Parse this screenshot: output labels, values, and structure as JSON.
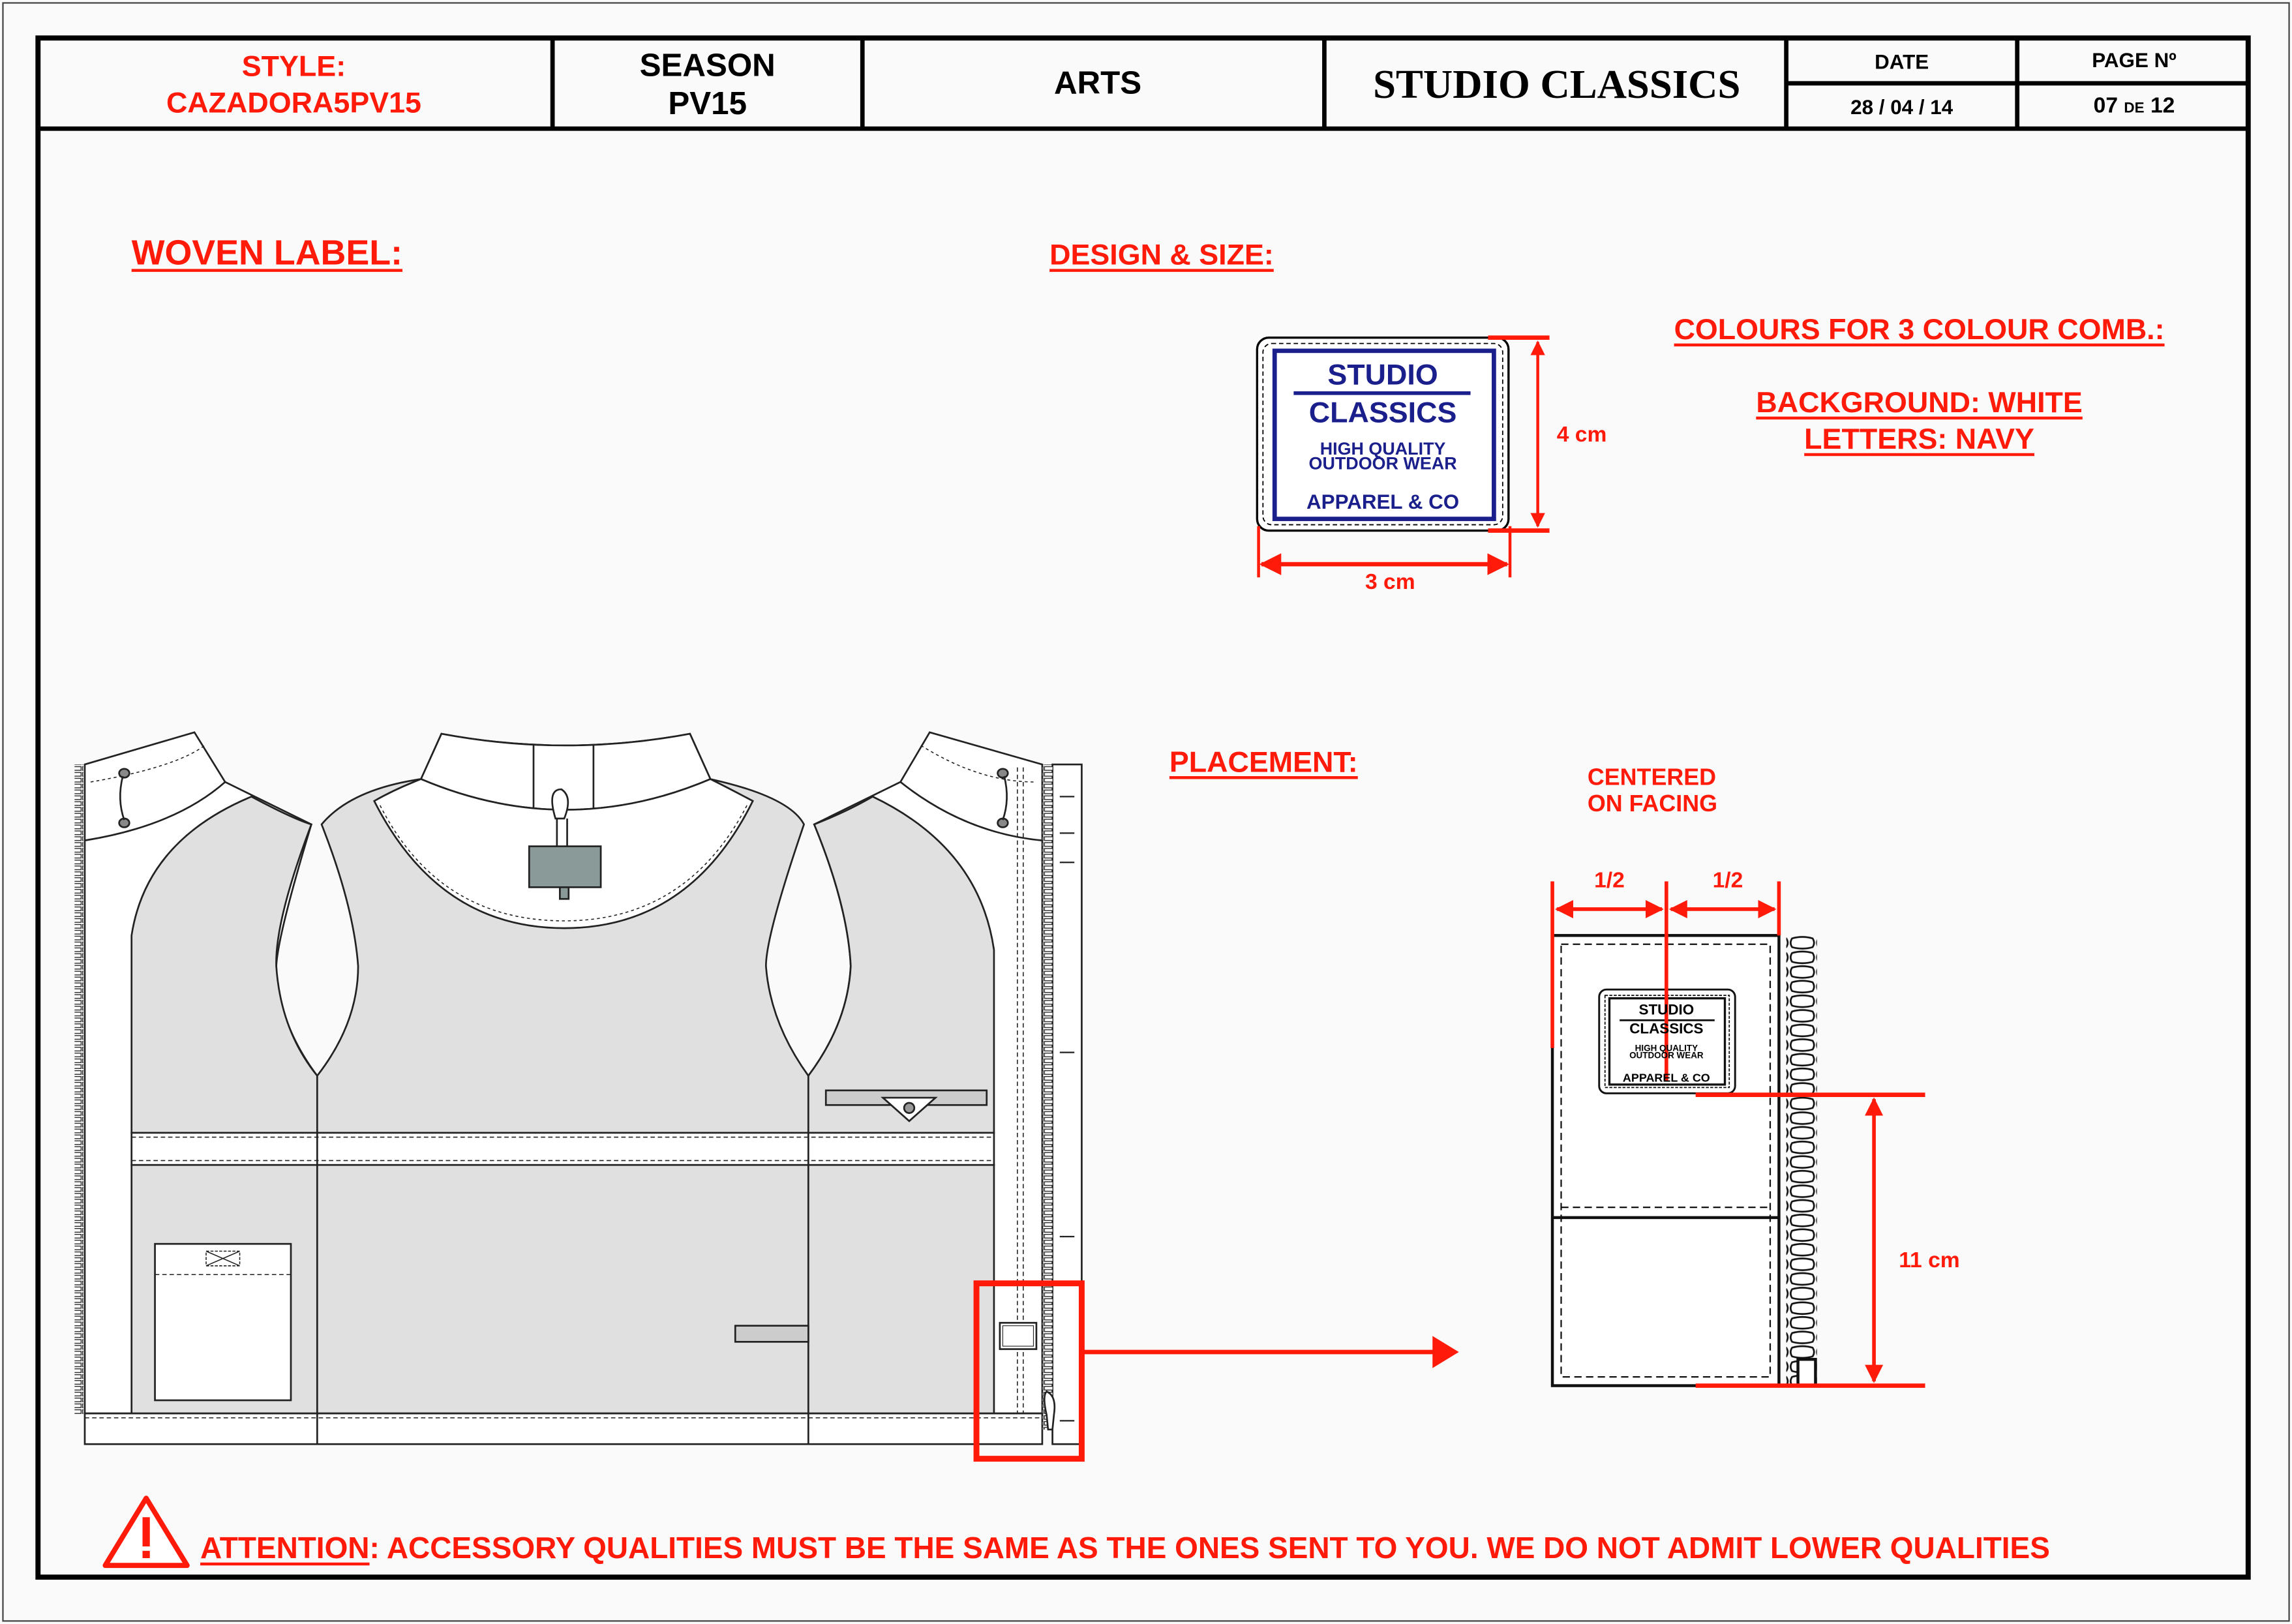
{
  "header": {
    "style_label": "STYLE:",
    "style_value": "CAZADORA5PV15",
    "season_label": "SEASON",
    "season_value": "PV15",
    "section": "ARTS",
    "brand": "STUDIO CLASSICS",
    "date_label": "DATE",
    "date_value": "28 / 04 / 14",
    "page_label": "PAGE Nº",
    "page_current": "07",
    "page_of": "DE",
    "page_total": "12"
  },
  "headings": {
    "woven_label": "WOVEN LABEL:",
    "design_size": "DESIGN & SIZE:",
    "placement": "PLACEMENT:"
  },
  "label_design": {
    "line1": "STUDIO",
    "line2": "CLASSICS",
    "line3": "HIGH QUALITY",
    "line4": "OUTDOOR WEAR",
    "line5": "APPAREL & CO",
    "height": "4 cm",
    "width": "3 cm"
  },
  "colours": {
    "title": "COLOURS FOR 3 COLOUR COMB.:",
    "background": "BACKGROUND: WHITE",
    "letters": "LETTERS: NAVY"
  },
  "placement_detail": {
    "note_line1": "CENTERED",
    "note_line2": "ON FACING",
    "half_left": "1/2",
    "half_right": "1/2",
    "distance": "11 cm"
  },
  "footer": {
    "attention": "ATTENTION",
    "message": ": ACCESSORY QUALITIES MUST BE THE SAME AS THE ONES SENT TO YOU. WE DO NOT ADMIT LOWER QUALITIES"
  },
  "colors": {
    "red": "#ff1a0a",
    "navy": "#1a1f8c",
    "garment_grey": "#e0e0e0"
  }
}
